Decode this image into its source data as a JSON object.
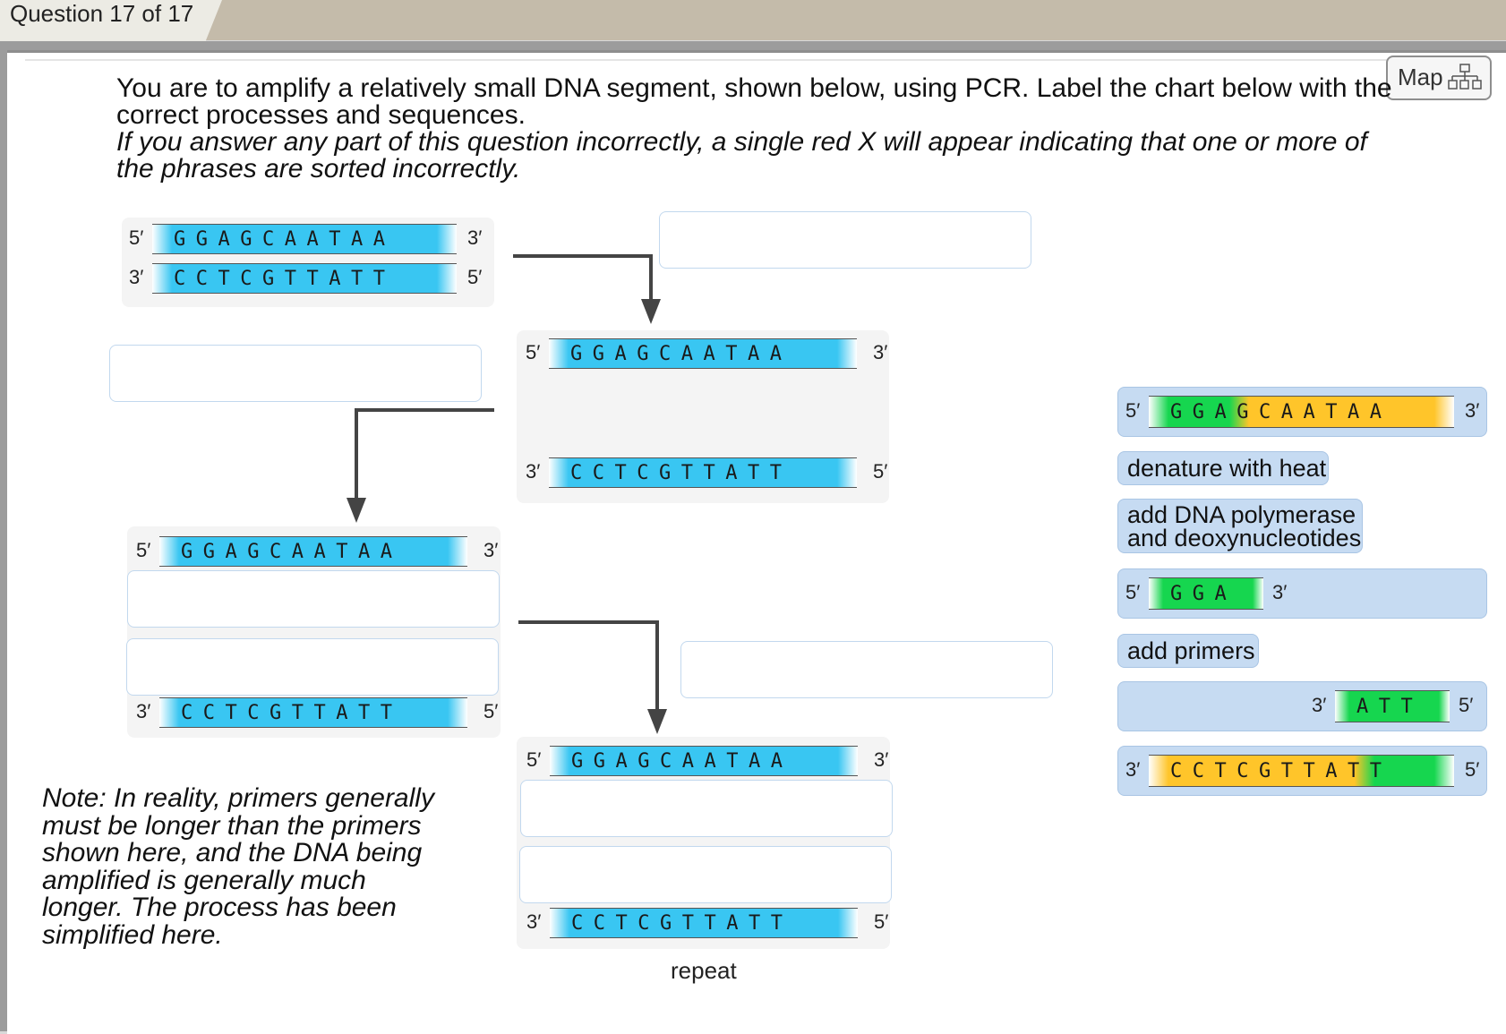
{
  "tab": {
    "label": "Question 17 of 17"
  },
  "map_button": {
    "label": "Map"
  },
  "question": {
    "line1": "You are to amplify a relatively small DNA segment, shown below, using PCR. Label the chart below with the correct processes and sequences.",
    "line2": "If you answer any part of this question incorrectly, a single red X will appear indicating that one or more of the phrases are sorted incorrectly."
  },
  "note": "Note: In reality, primers generally must be longer than the primers shown here, and the DNA being amplified is generally much longer. The process has been simplified here.",
  "repeat_label": "repeat",
  "strand_ends": {
    "five": "5′",
    "three": "3′"
  },
  "sequences": {
    "top": "GGAGCAATAA",
    "bottom": "CCTCGTTATT"
  },
  "tiles": {
    "full_top": {
      "end_left": "5′",
      "seq": "GGAGCAATAA",
      "end_right": "3′"
    },
    "denature": "denature with heat",
    "polymerase_line1": "add DNA polymerase",
    "polymerase_line2": "and deoxynucleotides",
    "primer_gga": {
      "end_left": "5′",
      "seq": "GGA",
      "end_right": "3′"
    },
    "add_primers": "add primers",
    "primer_att": {
      "end_left": "3′",
      "seq": "ATT",
      "end_right": "5′"
    },
    "full_bottom": {
      "end_left": "3′",
      "seq": "CCTCGTTATT",
      "end_right": "5′"
    }
  },
  "colors": {
    "strand_blue": "#39c6f2",
    "primer_green": "#16d64f",
    "new_strand_orange": "#ffc52a",
    "tile_bg": "#c6dbf2",
    "dropzone_border": "#c2d8ee",
    "arrow": "#444444"
  }
}
